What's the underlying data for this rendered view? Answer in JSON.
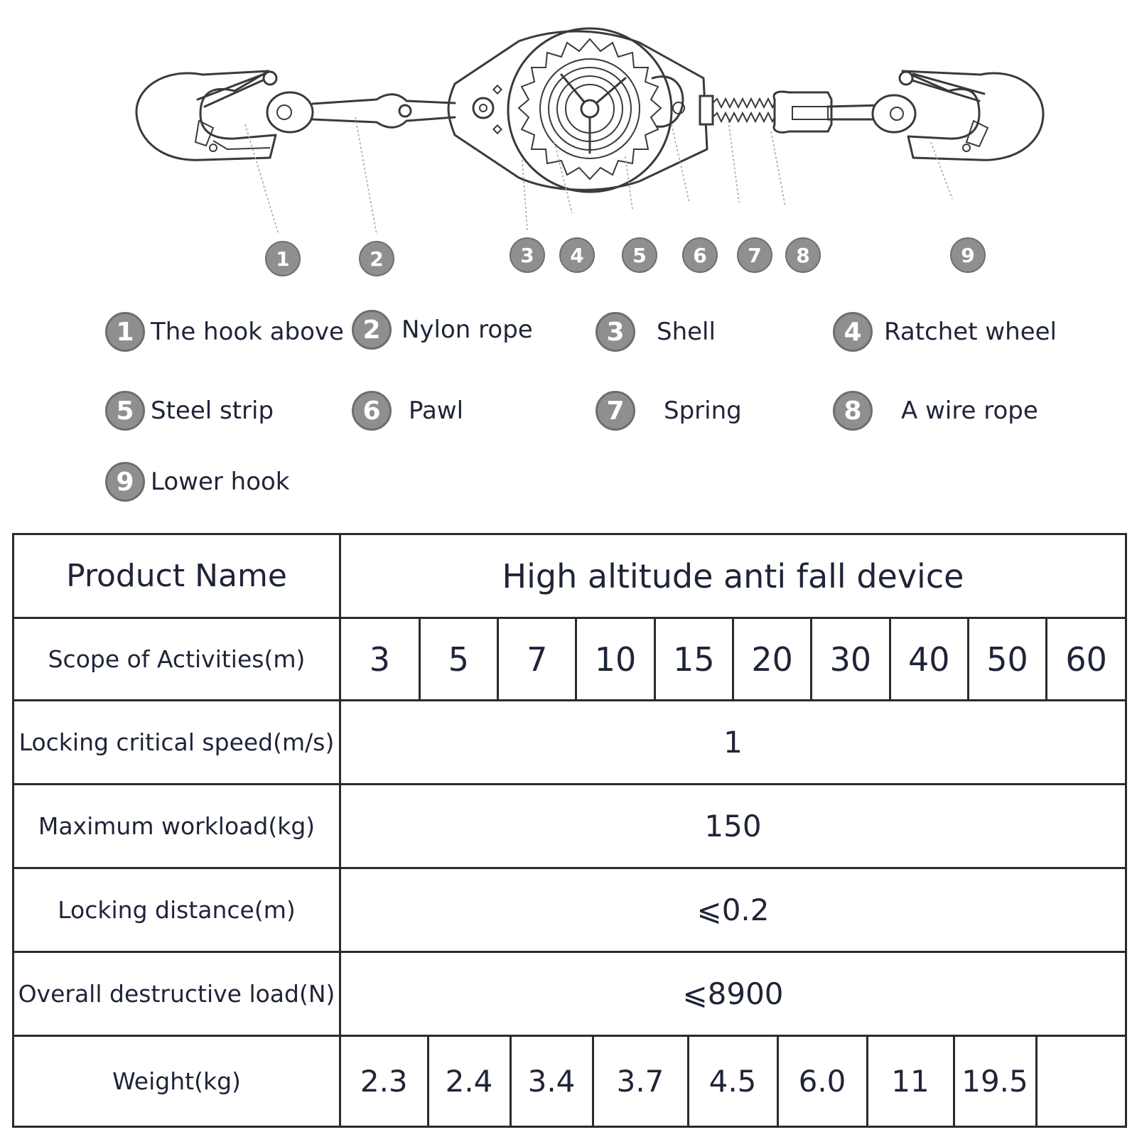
{
  "callouts": [
    "1",
    "2",
    "3",
    "4",
    "5",
    "6",
    "7",
    "8",
    "9"
  ],
  "legend": [
    {
      "number": "1",
      "label": "The hook above"
    },
    {
      "number": "2",
      "label": "Nylon rope"
    },
    {
      "number": "3",
      "label": "Shell"
    },
    {
      "number": "4",
      "label": "Ratchet wheel"
    },
    {
      "number": "5",
      "label": "Steel strip"
    },
    {
      "number": "6",
      "label": "Pawl"
    },
    {
      "number": "7",
      "label": "Spring"
    },
    {
      "number": "8",
      "label": "A wire rope"
    },
    {
      "number": "9",
      "label": "Lower hook"
    }
  ],
  "table": {
    "product_name_label": "Product Name",
    "product_name_value": "High altitude anti fall device",
    "scope_label": "Scope of Activities(m)",
    "scope_values": [
      "3",
      "5",
      "7",
      "10",
      "15",
      "20",
      "30",
      "40",
      "50",
      "60"
    ],
    "locking_speed_label": "Locking critical speed(m/s)",
    "locking_speed_value": "1",
    "max_workload_label": "Maximum workload(kg)",
    "max_workload_value": "150",
    "locking_distance_label": "Locking distance(m)",
    "locking_distance_value": "⩽0.2",
    "destructive_load_label": "Overall destructive load(N)",
    "destructive_load_value": "⩽8900",
    "weight_label": "Weight(kg)",
    "weight_values": [
      "2.3",
      "2.4",
      "3.4",
      "3.7",
      "4.5",
      "6.0",
      "11",
      "19.5",
      ""
    ]
  },
  "colors": {
    "badge": "#8f8f8f",
    "text": "#1f2438",
    "line": "#2a2a2a"
  }
}
